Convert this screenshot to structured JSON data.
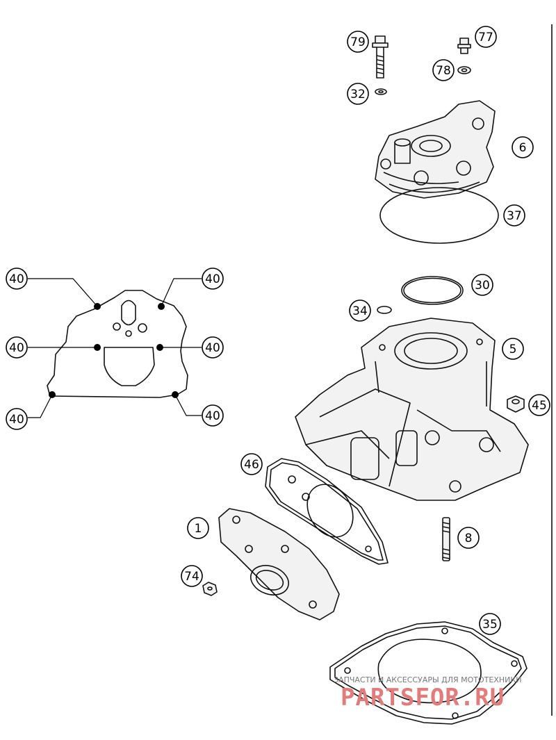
{
  "callouts": {
    "c79": "79",
    "c77": "77",
    "c78": "78",
    "c32": "32",
    "c6": "6",
    "c37": "37",
    "c30": "30",
    "c34": "34",
    "c5": "5",
    "c45": "45",
    "c46": "46",
    "c1": "1",
    "c8": "8",
    "c74": "74",
    "c35": "35",
    "c40_tl": "40",
    "c40_tr": "40",
    "c40_ml": "40",
    "c40_mr": "40",
    "c40_bl": "40",
    "c40_br": "40"
  },
  "watermark": {
    "tagline": "ЗАПЧАСТИ И АКСЕССУАРЫ ДЛЯ МОТОТЕХНИКИ",
    "brand": "PARTSFOR.RU"
  },
  "colors": {
    "line": "#111111",
    "watermark_brand": "#e47b7b",
    "watermark_tagline": "#777777"
  }
}
